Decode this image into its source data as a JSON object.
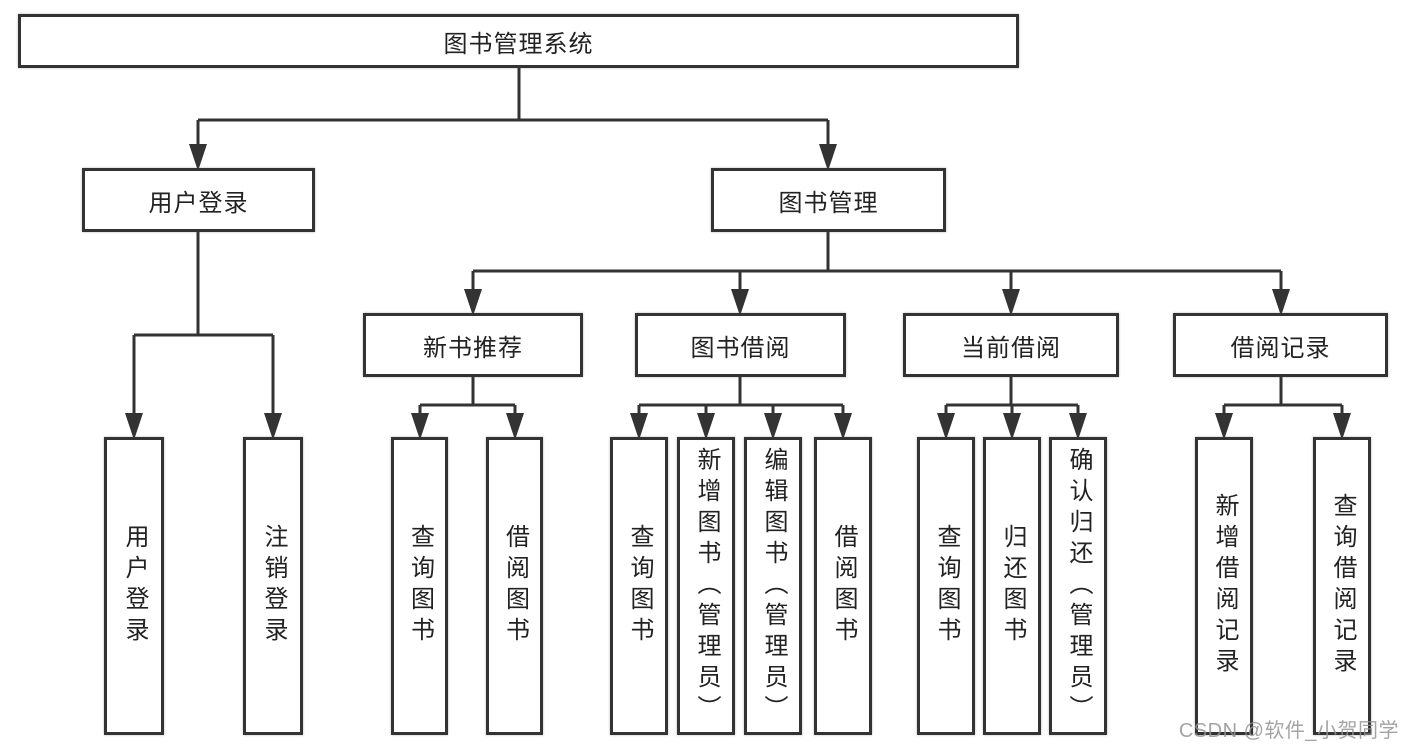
{
  "diagram_title": "图书管理系统",
  "tree": {
    "label": "图书管理系统",
    "children": [
      {
        "label": "用户登录",
        "children": [
          {
            "label": "用户登录"
          },
          {
            "label": "注销登录"
          }
        ]
      },
      {
        "label": "图书管理",
        "children": [
          {
            "label": "新书推荐",
            "children": [
              {
                "label": "查询图书"
              },
              {
                "label": "借阅图书"
              }
            ]
          },
          {
            "label": "图书借阅",
            "children": [
              {
                "label": "查询图书"
              },
              {
                "label": "新增图书（管理员）"
              },
              {
                "label": "编辑图书（管理员）"
              },
              {
                "label": "借阅图书"
              }
            ]
          },
          {
            "label": "当前借阅",
            "children": [
              {
                "label": "查询图书"
              },
              {
                "label": "归还图书"
              },
              {
                "label": "确认归还（管理员）"
              }
            ]
          },
          {
            "label": "借阅记录",
            "children": [
              {
                "label": "新增借阅记录"
              },
              {
                "label": "查询借阅记录"
              }
            ]
          }
        ]
      }
    ]
  },
  "watermark": {
    "text": "CSDN @软件_小贺同学"
  },
  "colors": {
    "line": "#333333",
    "box_border": "#333333",
    "text": "#222222",
    "background": "#ffffff",
    "watermark": "#949494"
  }
}
